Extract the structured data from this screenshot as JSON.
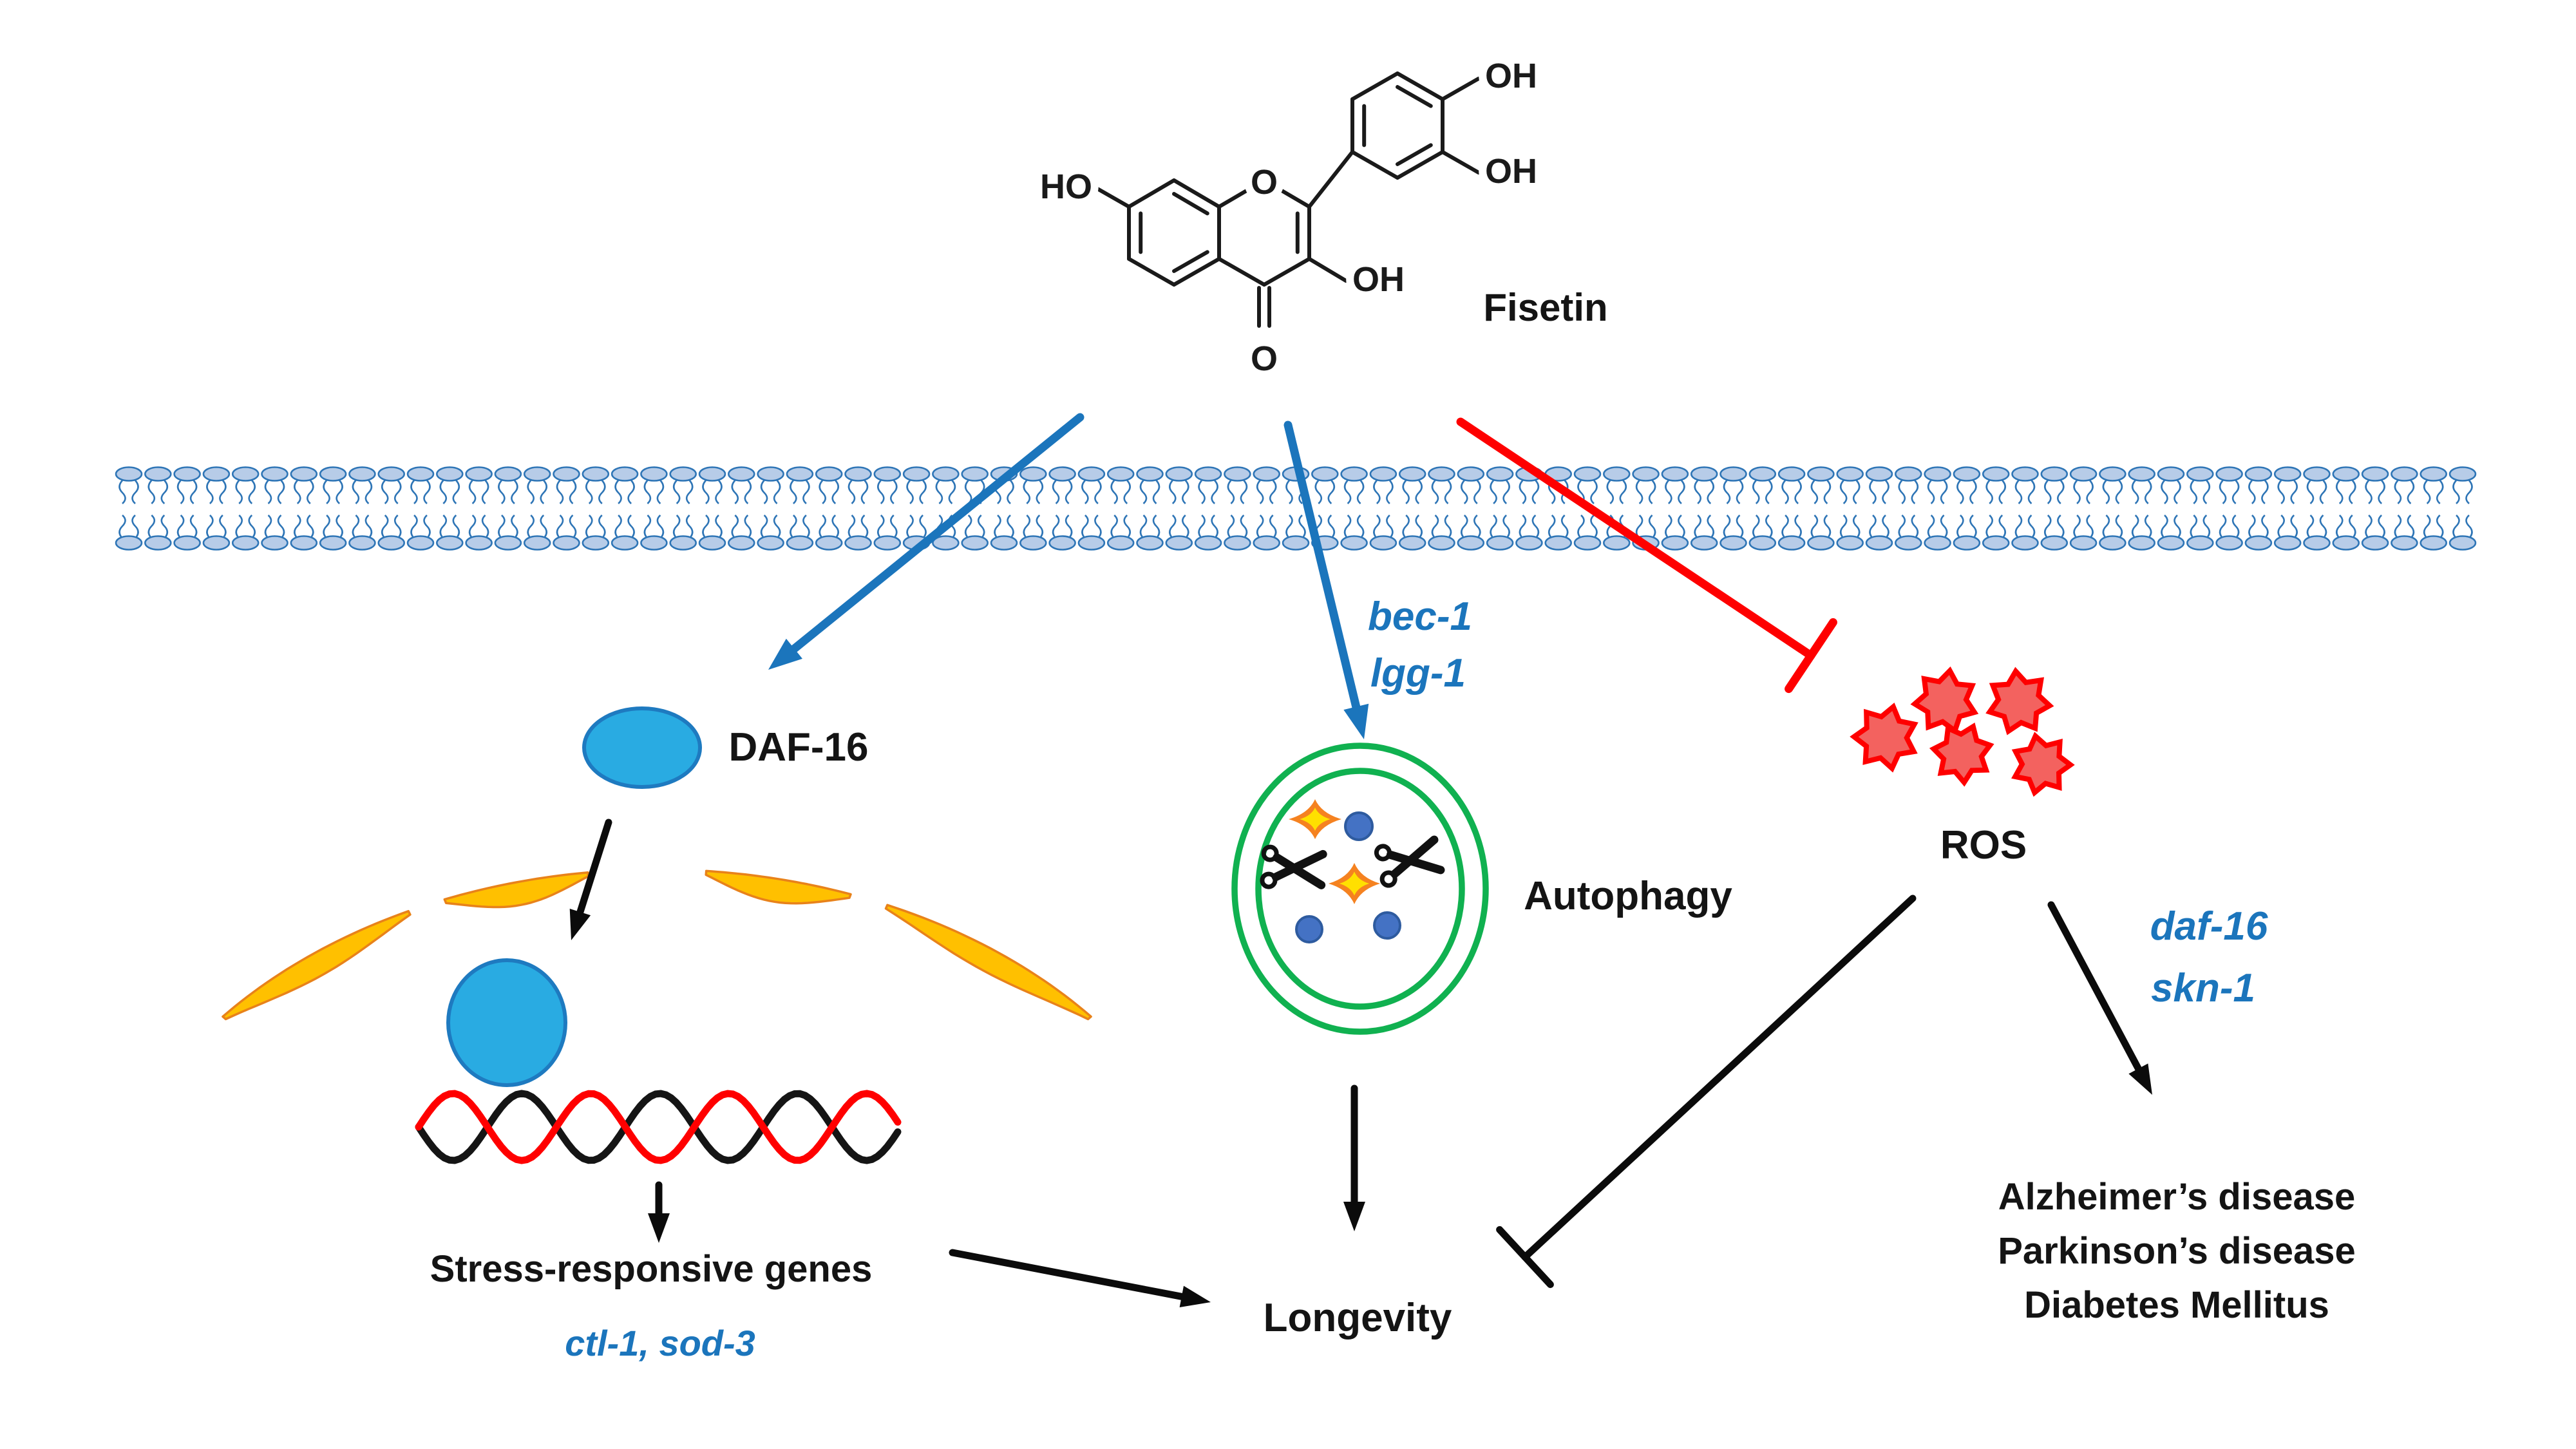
{
  "compound": {
    "name": "Fisetin",
    "atoms": {
      "ho": "HO",
      "ring_o": "O",
      "oh_top": "OH",
      "oh_right": "OH",
      "oh_3": "OH",
      "ketone_o": "O"
    }
  },
  "nodes": {
    "daf16": "DAF-16",
    "autophagy": "Autophagy",
    "ros": "ROS",
    "longevity": "Longevity",
    "stress_genes": "Stress-responsive genes"
  },
  "genes": {
    "bec1": "bec-1",
    "lgg1": "lgg-1",
    "stress_list": "ctl-1, sod-3",
    "daf16": "daf-16",
    "skn1": "skn-1"
  },
  "diseases": [
    "Alzheimer’s disease",
    "Parkinson’s disease",
    "Diabetes Mellitus"
  ],
  "colors": {
    "accent_blue": "#1B75BC",
    "cyan_fill": "#29ABE2",
    "cyan_stroke": "#1E7AC0",
    "green": "#10B150",
    "gold": "#FFC000",
    "gold_stroke": "#E8821A",
    "red": "#FE0000",
    "ros_fill": "#F3625F",
    "royal_fill": "#4472C4",
    "royal_stroke": "#2E5B9F",
    "membrane_fill": "#B7CCE8",
    "membrane_stroke": "#2E75B6",
    "dna_red": "#FF0000",
    "dna_black": "#151515",
    "ink": "#1a1a1a",
    "black": "#141414",
    "star_orange": "#F58220",
    "star_yellow": "#FFE000"
  }
}
